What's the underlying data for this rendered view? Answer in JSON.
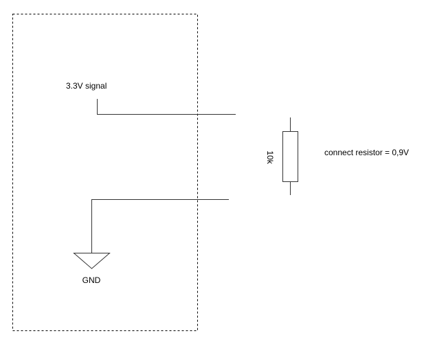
{
  "labels": {
    "signal": "3.3V signal",
    "resistor_value": "10k",
    "note": "connect resistor = 0,9V",
    "ground": "GND"
  },
  "colors": {
    "wire": "#333333",
    "boundary": "#000000"
  }
}
